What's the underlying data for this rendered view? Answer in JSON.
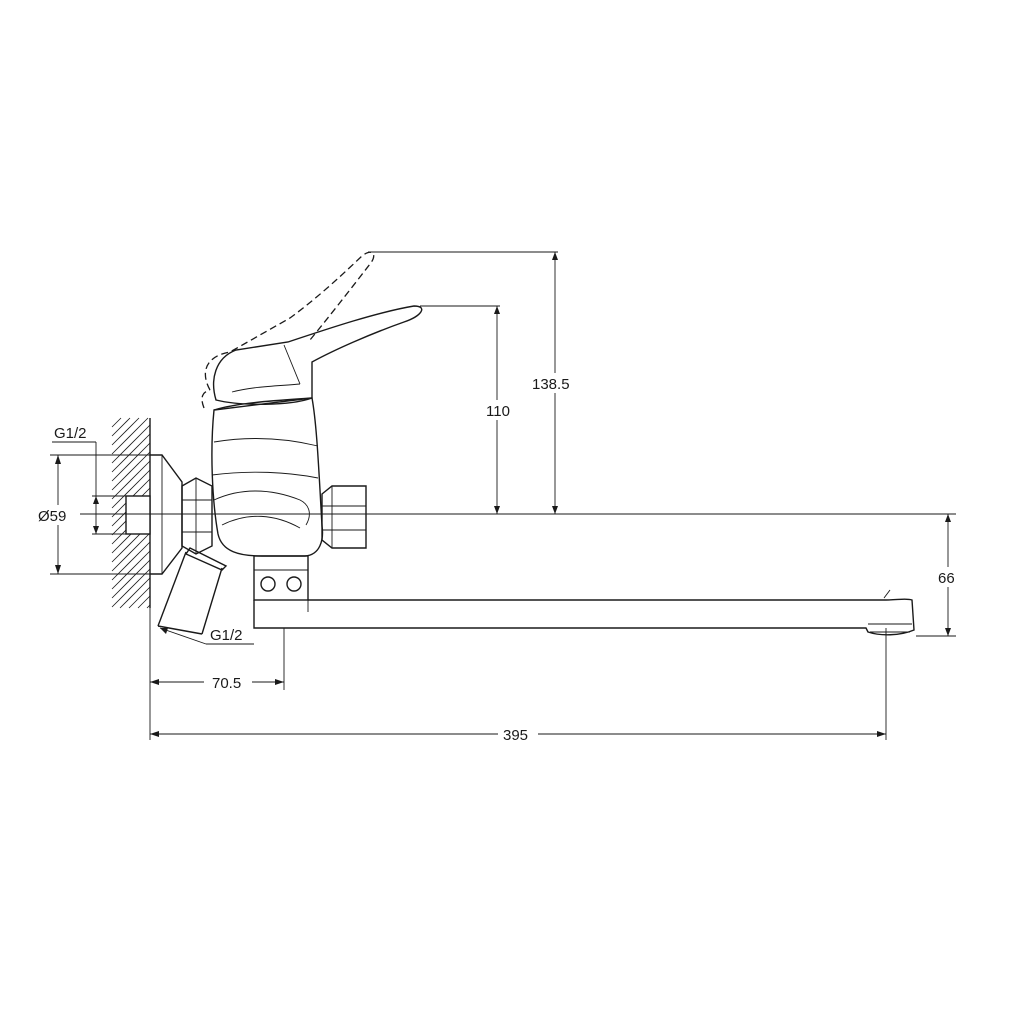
{
  "dimensions": {
    "inlet_thread_top": "G1/2",
    "flange_diameter": "Ø59",
    "inlet_thread_bottom": "G1/2",
    "lever_height": "110",
    "lever_height_raised": "138.5",
    "spout_height": "66",
    "wall_to_axis": "70.5",
    "total_reach": "395"
  },
  "colors": {
    "line": "#1a1a1a",
    "background": "#ffffff"
  }
}
